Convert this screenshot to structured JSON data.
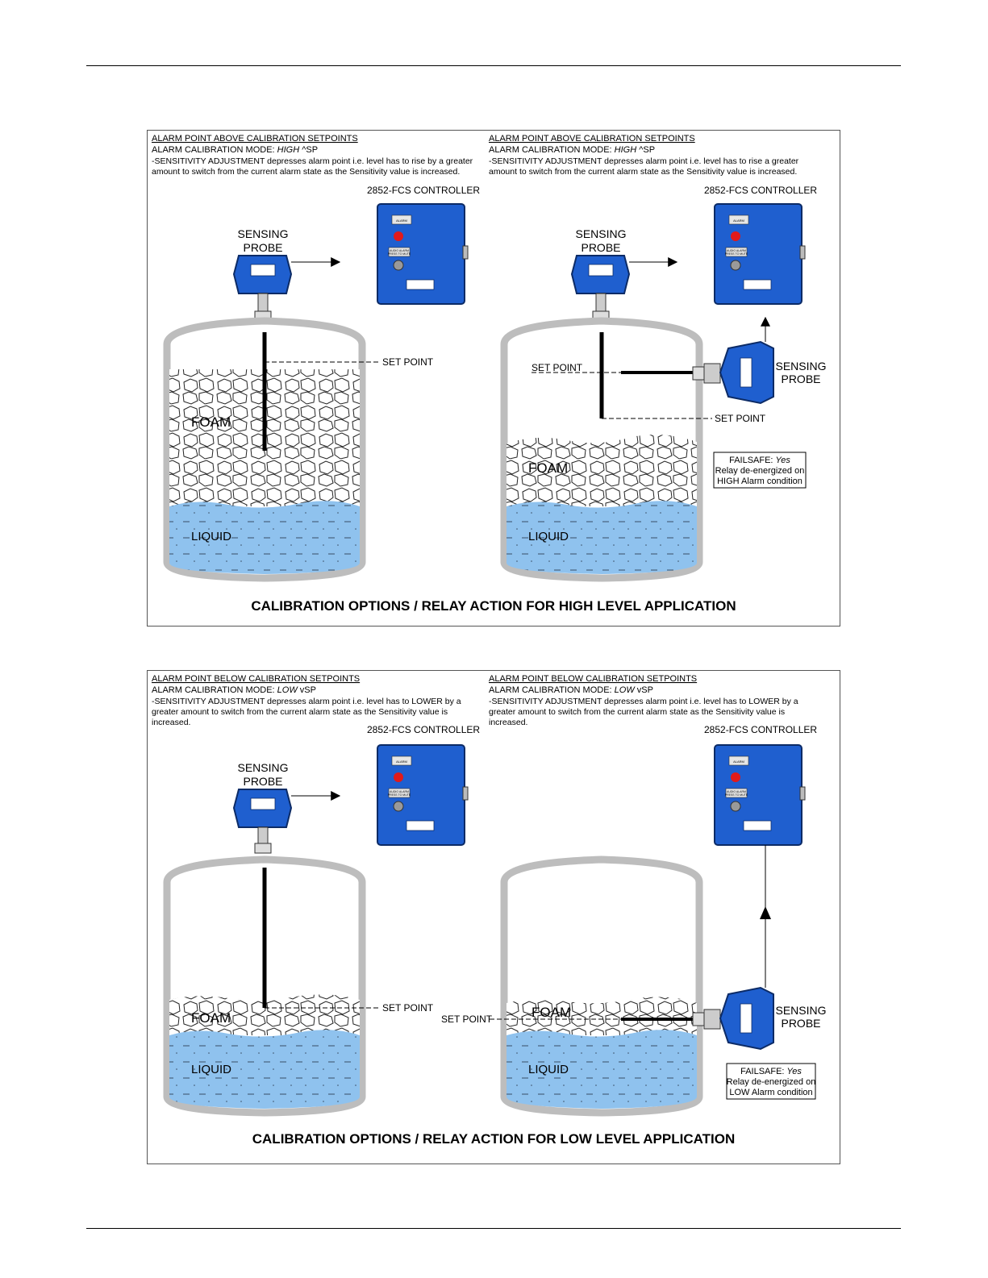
{
  "top_panel": {
    "title": "CALIBRATION OPTIONS / RELAY ACTION FOR HIGH LEVEL APPLICATION",
    "left": {
      "heading": "ALARM POINT ABOVE CALIBRATION SETPOINTS",
      "mode_prefix": "ALARM CALIBRATION MODE: ",
      "mode_value": "HIGH",
      "mode_suffix": " ^SP",
      "sensitivity_line1": "-SENSITIVITY ADJUSTMENT depresses alarm point i.e. level has to rise by a greater",
      "sensitivity_line2": "amount to switch from the current alarm state as the Sensitivity value is increased.",
      "controller_label": "2852-FCS CONTROLLER",
      "probe_label_1": "SENSING",
      "probe_label_2": "PROBE",
      "set_point_label": "SET POINT",
      "foam_label": "FOAM",
      "liquid_label": "LIQUID"
    },
    "right": {
      "heading": "ALARM POINT ABOVE CALIBRATION SETPOINTS",
      "mode_prefix": "ALARM CALIBRATION MODE: ",
      "mode_value": "HIGH",
      "mode_suffix": " ^SP",
      "sensitivity_line1": "-SENSITIVITY ADJUSTMENT depresses alarm point i.e. level has to rise a greater",
      "sensitivity_line2": "amount to switch from the current alarm state as the Sensitivity value is increased.",
      "controller_label": "2852-FCS CONTROLLER",
      "probe_label_1": "SENSING",
      "probe_label_2": "PROBE",
      "side_probe_label_1": "SENSING",
      "side_probe_label_2": "PROBE",
      "set_point_label_1": "SET POINT",
      "set_point_label_2": "SET POINT",
      "foam_label": "FOAM",
      "liquid_label": "LIQUID",
      "failsafe_prefix": "FAILSAFE: ",
      "failsafe_value": "Yes",
      "failsafe_line2": "Relay de-energized on",
      "failsafe_line3": "HIGH Alarm condition"
    }
  },
  "bottom_panel": {
    "title": "CALIBRATION OPTIONS / RELAY ACTION FOR LOW LEVEL APPLICATION",
    "left": {
      "heading": "ALARM POINT BELOW CALIBRATION SETPOINTS",
      "mode_prefix": "ALARM CALIBRATION MODE: ",
      "mode_value": "LOW",
      "mode_suffix": "  vSP",
      "sensitivity_line1": "-SENSITIVITY ADJUSTMENT depresses alarm point i.e. level has to LOWER by a",
      "sensitivity_line2": "greater amount to switch from the current alarm state as the Sensitivity  value is",
      "sensitivity_line3": "increased.",
      "controller_label": "2852-FCS CONTROLLER",
      "probe_label_1": "SENSING",
      "probe_label_2": "PROBE",
      "set_point_label": "SET POINT",
      "foam_label": "FOAM",
      "liquid_label": "LIQUID"
    },
    "right": {
      "heading": "ALARM POINT BELOW CALIBRATION SETPOINTS",
      "mode_prefix": "ALARM CALIBRATION MODE: ",
      "mode_value": "LOW",
      "mode_suffix": "  vSP",
      "sensitivity_line1": "-SENSITIVITY ADJUSTMENT depresses alarm point i.e. level has to LOWER by a",
      "sensitivity_line2": "greater amount to switch from the current alarm state as the Sensitivity value is",
      "sensitivity_line3": "increased.",
      "controller_label": "2852-FCS CONTROLLER",
      "side_probe_label_1": "SENSING",
      "side_probe_label_2": "PROBE",
      "set_point_label": "SET POINT",
      "foam_label": "FOAM",
      "liquid_label": "LIQUID",
      "failsafe_prefix": "FAILSAFE: ",
      "failsafe_value": "Yes",
      "failsafe_line2": "Relay de-energized on",
      "failsafe_line3": "LOW Alarm condition"
    }
  },
  "device": {
    "alarm_text": "ALARM",
    "audio_text_1": "AUDIO ALARM",
    "audio_text_2": "PRESS TO MUTE"
  },
  "colors": {
    "device_blue": "#1f5fcf",
    "liquid_blue": "#8fc2ee",
    "alarm_red": "#e11a1a",
    "tank_gray": "#bdbdbd"
  }
}
